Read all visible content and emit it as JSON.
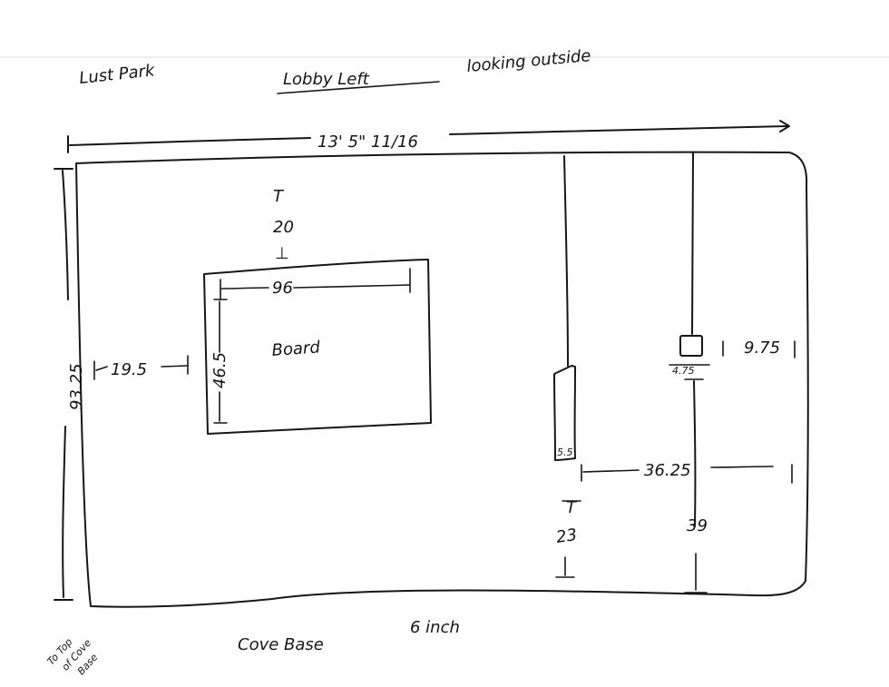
{
  "header": {
    "location": "Lust Park",
    "title": "Lobby Left",
    "subtitle": "looking outside"
  },
  "wall": {
    "width_label": "13' 5\" 11/16",
    "height_label": "93.25",
    "base_note_lines": [
      "To Top",
      "of Cove",
      "Base"
    ],
    "cove_base_label": "Cove Base",
    "cove_base_size": "6 inch"
  },
  "board": {
    "label": "Board",
    "width": "96",
    "height": "46.5",
    "top_gap": "20",
    "top_gap_top_mark": "T",
    "top_gap_bottom_mark": "⊥",
    "left_gap": "19.5"
  },
  "fixture_left": {
    "label": "5.5",
    "floor_gap": "23",
    "floor_gap_top_mark": "T"
  },
  "fixture_right": {
    "box_label": "4.75",
    "side_dim": "9.75",
    "floor_gap": "39",
    "between_fixtures": "36.25"
  }
}
